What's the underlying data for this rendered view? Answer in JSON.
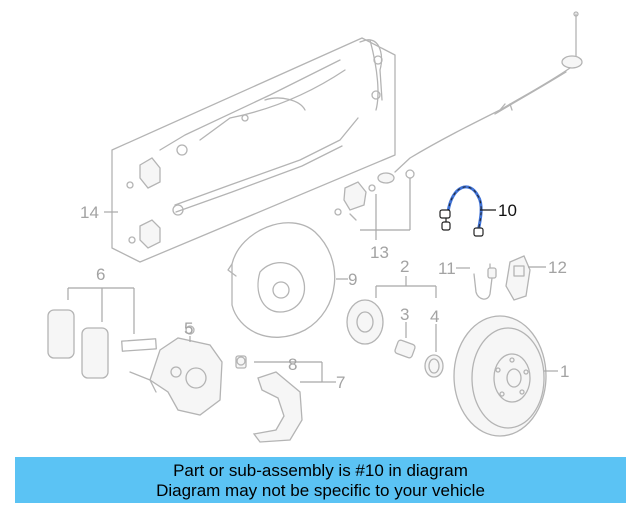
{
  "callouts": {
    "c1": "1",
    "c2": "2",
    "c3": "3",
    "c4": "4",
    "c5": "5",
    "c6": "6",
    "c7": "7",
    "c8": "8",
    "c9": "9",
    "c10": "10",
    "c11": "11",
    "c12": "12",
    "c13": "13",
    "c14": "14"
  },
  "highlight_part": "10",
  "banner": {
    "line1": "Part or sub-assembly is #10 in diagram",
    "line2": "Diagram may not be specific to your vehicle"
  },
  "colors": {
    "banner_bg": "#5bc3f4",
    "highlight_part": "#3f72d6",
    "line_art": "#b4b4b4"
  }
}
